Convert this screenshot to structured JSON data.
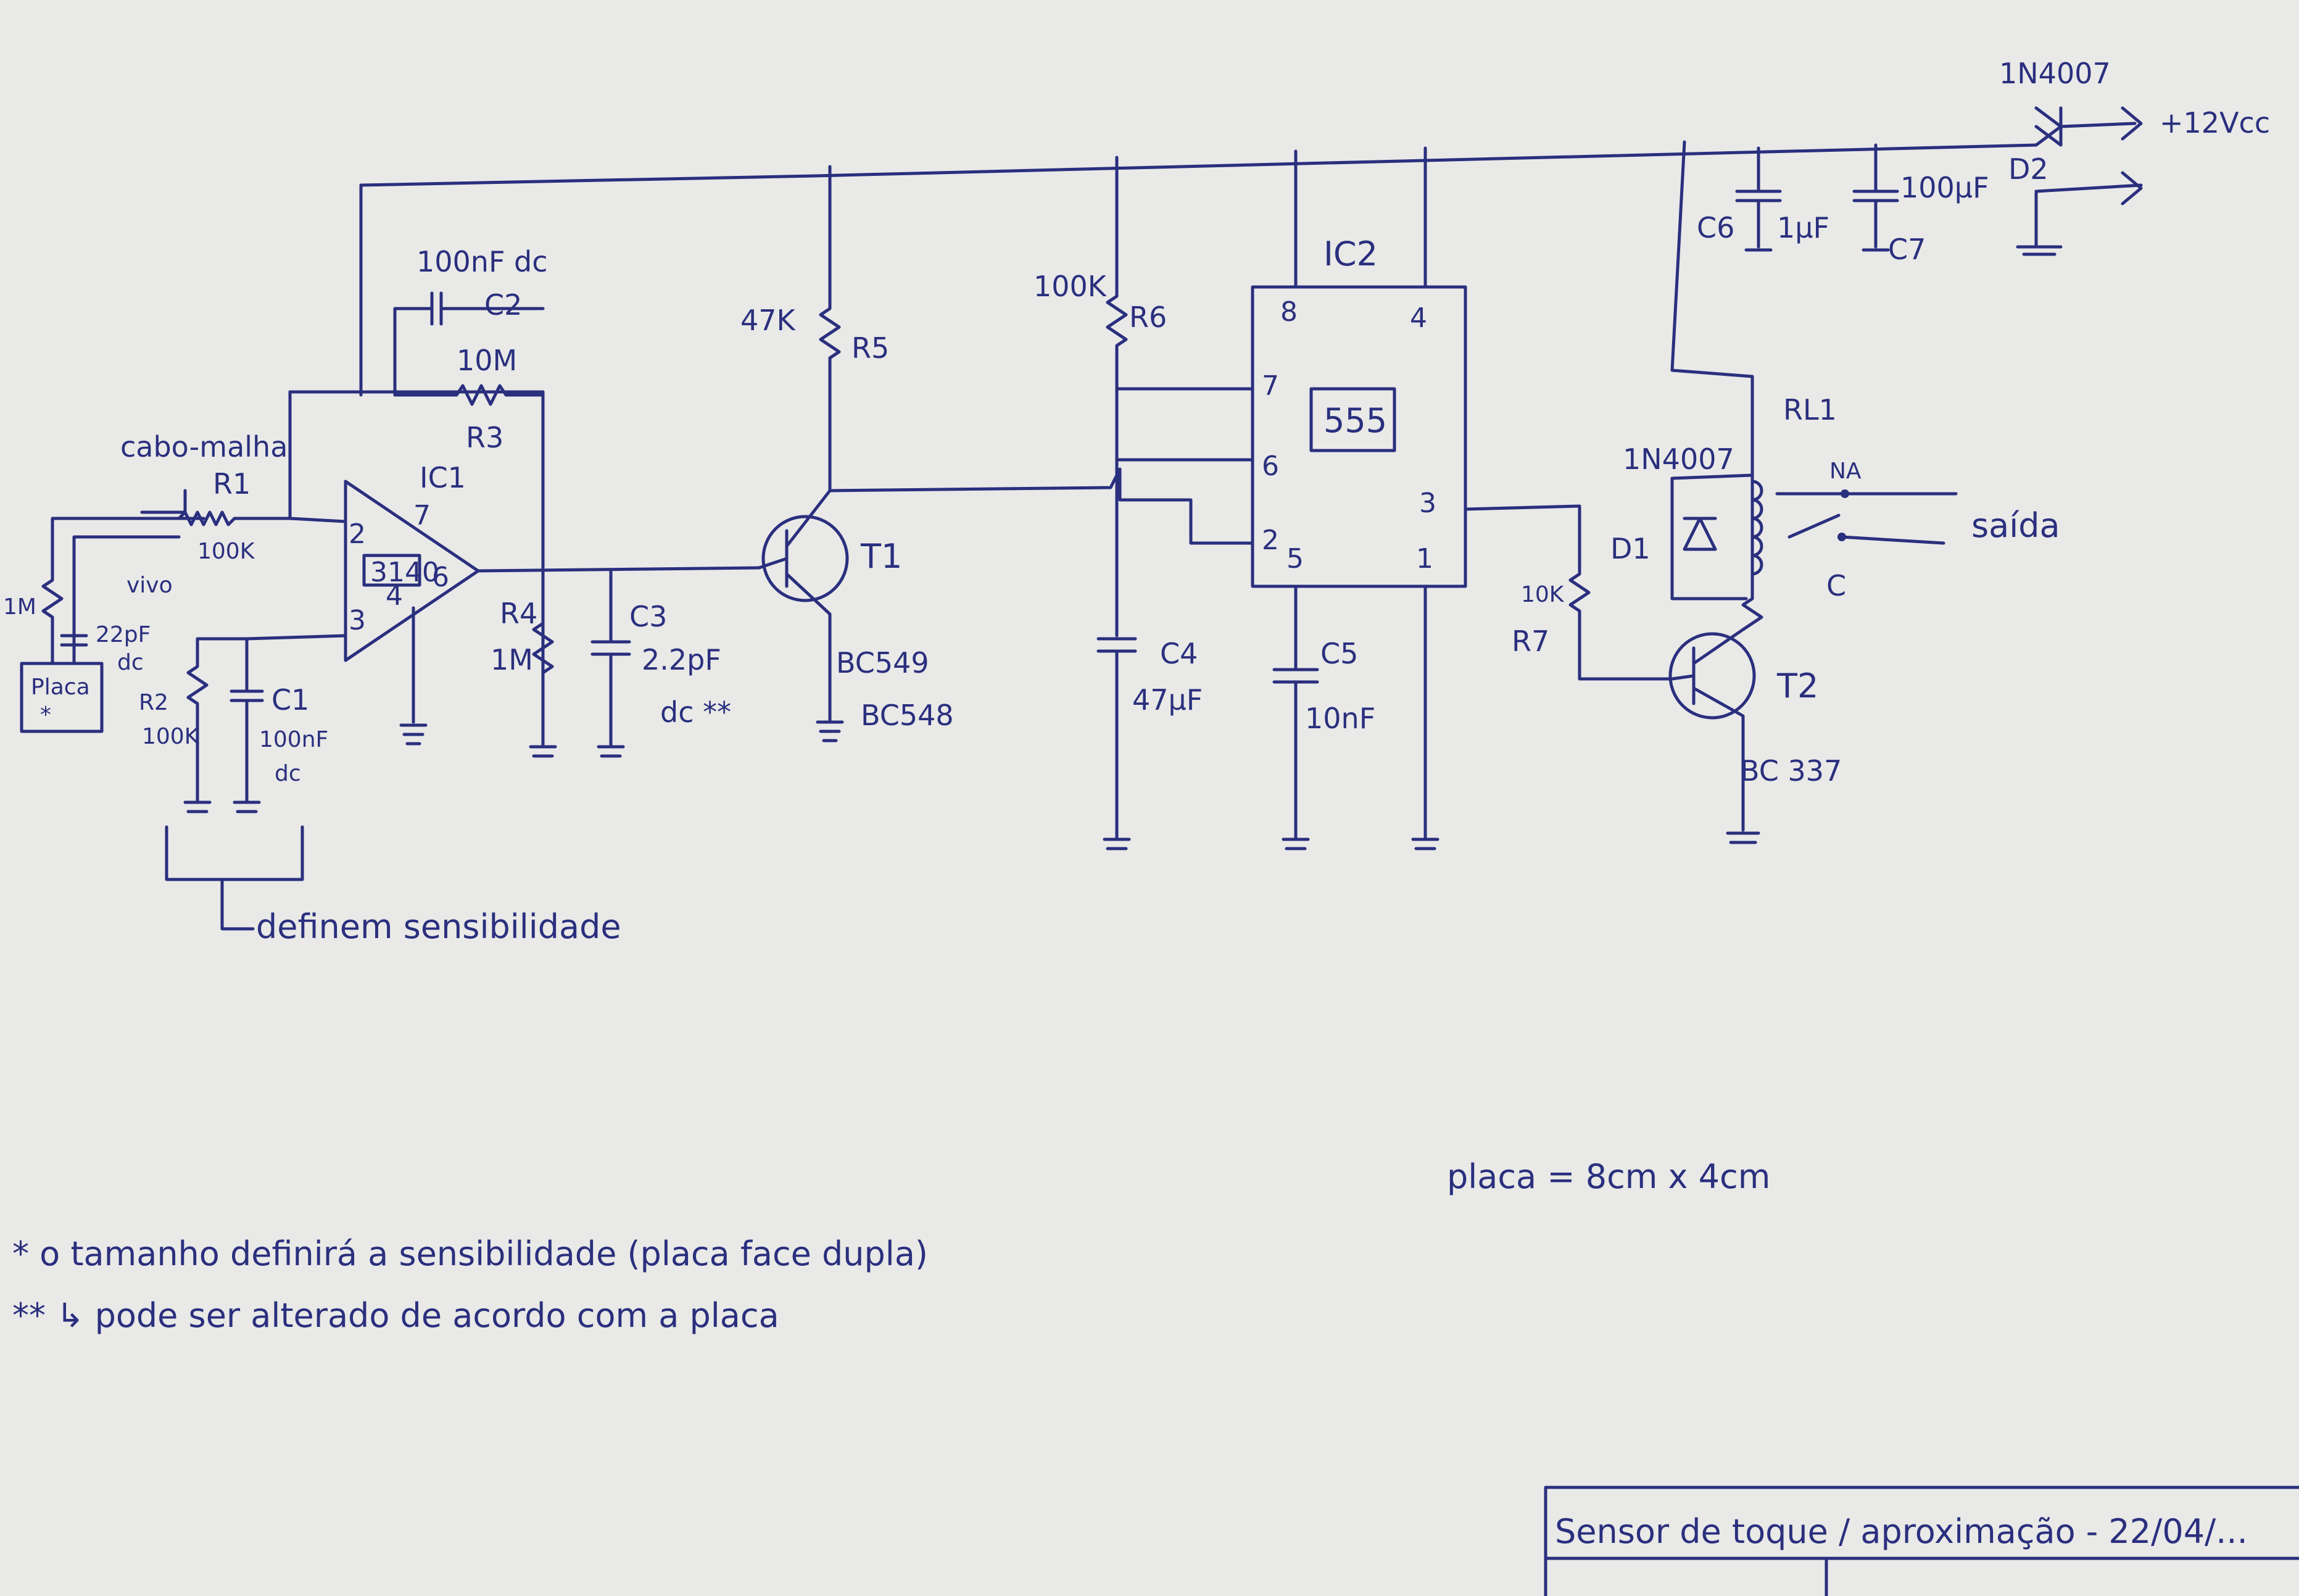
{
  "supply": {
    "diode_top": "1N4007",
    "vcc": "+12Vcc",
    "d2": "D2"
  },
  "sensor": {
    "cable": "cabo-malha",
    "vivo": "vivo",
    "plate": "Placa",
    "plate_mark": "*",
    "r_in_value": "1M",
    "c_in_value": "22pF",
    "c_in_type": "dc",
    "r1": "R1",
    "r1_value": "100K"
  },
  "opamp": {
    "ic": "IC1",
    "model": "3140",
    "pin2": "2",
    "pin3": "3",
    "pin4": "4",
    "pin6": "6",
    "pin7": "7",
    "c2": "C2",
    "c2_value": "100nF dc",
    "r3": "R3",
    "r3_value": "10M",
    "r2": "R2",
    "r2_value": "100K",
    "c1": "C1",
    "c1_value": "100nF",
    "c1_type": "dc",
    "r4": "R4",
    "r4_value": "1M",
    "c3": "C3",
    "c3_value": "2.2pF",
    "c3_type": "dc **"
  },
  "sensitivity_note": "definem sensibilidade",
  "t1": {
    "label": "T1",
    "r5": "R5",
    "r5_value": "47K",
    "model_a": "BC549",
    "model_b": "BC548"
  },
  "timer": {
    "ic": "IC2",
    "chip": "555",
    "p8": "8",
    "p4": "4",
    "p7": "7",
    "p6": "6",
    "p2": "2",
    "p5": "5",
    "p3": "3",
    "p1": "1",
    "r6": "R6",
    "r6_value": "100K",
    "c4": "C4",
    "c4_value": "47µF",
    "c5": "C5",
    "c5_value": "10nF"
  },
  "output": {
    "c6": "C6",
    "c6_value": "1µF",
    "c7": "C7",
    "c7_value": "100µF",
    "rl": "RL1",
    "d1": "D1",
    "d1_model": "1N4007",
    "na": "NA",
    "c": "C",
    "saida": "saída",
    "r7": "R7",
    "r7_value": "10K",
    "t2": "T2",
    "t2_model": "BC 337"
  },
  "board_size": "placa = 8cm x 4cm",
  "notes": [
    "* o tamanho definirá a sensibilidade (placa face dupla)",
    "** ↳ pode ser alterado de acordo com a placa"
  ],
  "title": "Sensor de toque / aproximação - 22/04/..."
}
